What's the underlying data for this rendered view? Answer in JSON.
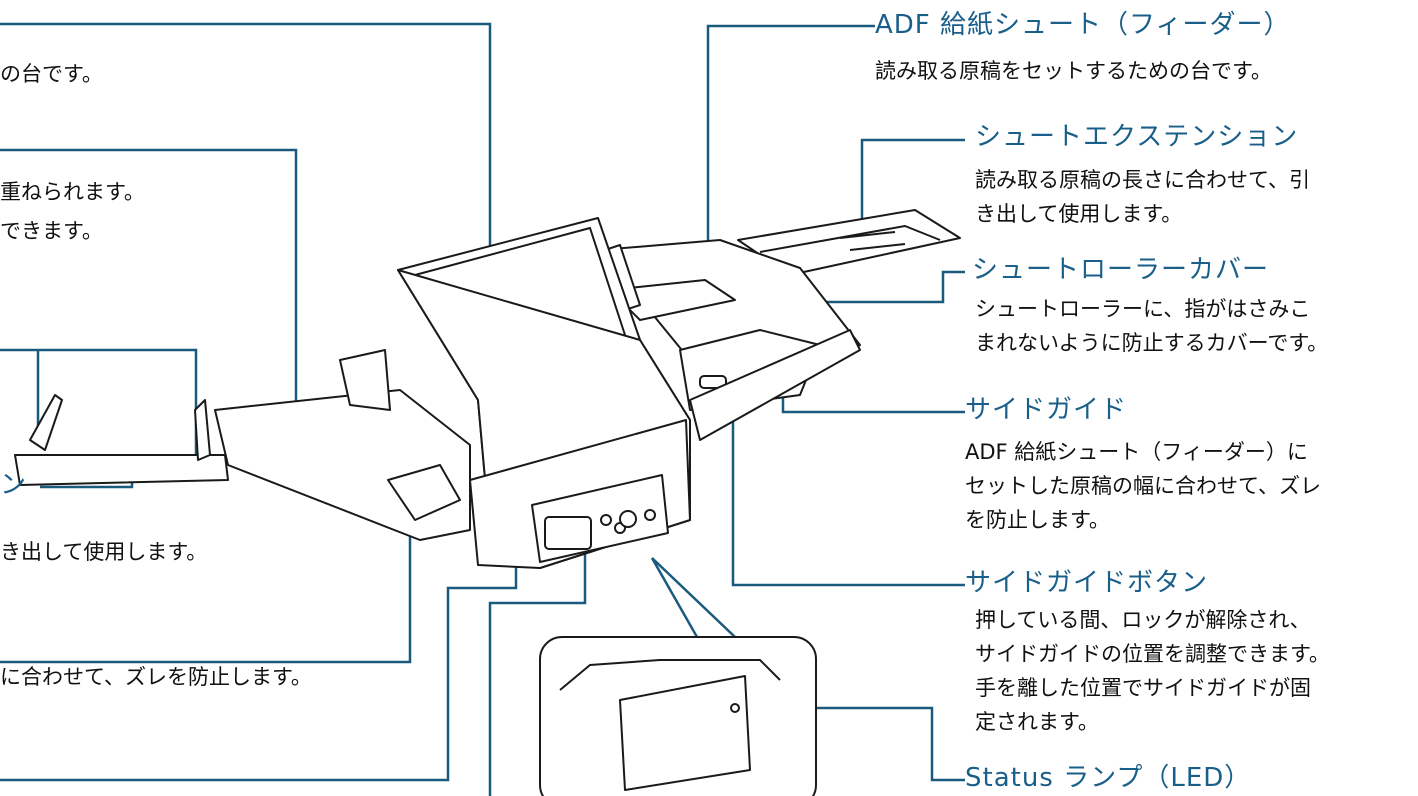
{
  "colors": {
    "leader_line": "#1b5a7f",
    "title_text": "#1a5f8a",
    "body_text": "#111111",
    "scanner_stroke": "#1a1a1a",
    "scanner_fill": "#ffffff",
    "scanner_shadow": "#d9d9d9"
  },
  "right_labels": [
    {
      "id": "adf-chute",
      "title": "ADF 給紙シュート（フィーダー）",
      "description": [
        "読み取る原稿をセットするための台です。"
      ]
    },
    {
      "id": "chute-extension",
      "title": "シュートエクステンション",
      "description": [
        "読み取る原稿の長さに合わせて、引",
        "き出して使用します。"
      ]
    },
    {
      "id": "chute-roller-cover",
      "title": "シュートローラーカバー",
      "description": [
        "シュートローラーに、指がはさみこ",
        "まれないように防止するカバーです。"
      ]
    },
    {
      "id": "side-guide",
      "title": "サイドガイド",
      "description": [
        "ADF 給紙シュート（フィーダー）に",
        "セットした原稿の幅に合わせて、ズレ",
        "を防止します。"
      ]
    },
    {
      "id": "side-guide-button",
      "title": "サイドガイドボタン",
      "description": [
        "押している間、ロックが解除され、",
        "サイドガイドの位置を調整できます。",
        "手を離した位置でサイドガイドが固",
        "定されます。"
      ]
    },
    {
      "id": "status-lamp",
      "title": "Status ランプ（LED）",
      "description": []
    }
  ],
  "left_fragments": [
    {
      "id": "frag-1",
      "text": "の台です。"
    },
    {
      "id": "frag-2",
      "text": "重ねられます。"
    },
    {
      "id": "frag-3",
      "text": "できます。"
    },
    {
      "id": "frag-4",
      "text": "ン"
    },
    {
      "id": "frag-5",
      "text": "き出して使用します。"
    },
    {
      "id": "frag-6",
      "text": "に合わせて、ズレを防止します。"
    }
  ]
}
